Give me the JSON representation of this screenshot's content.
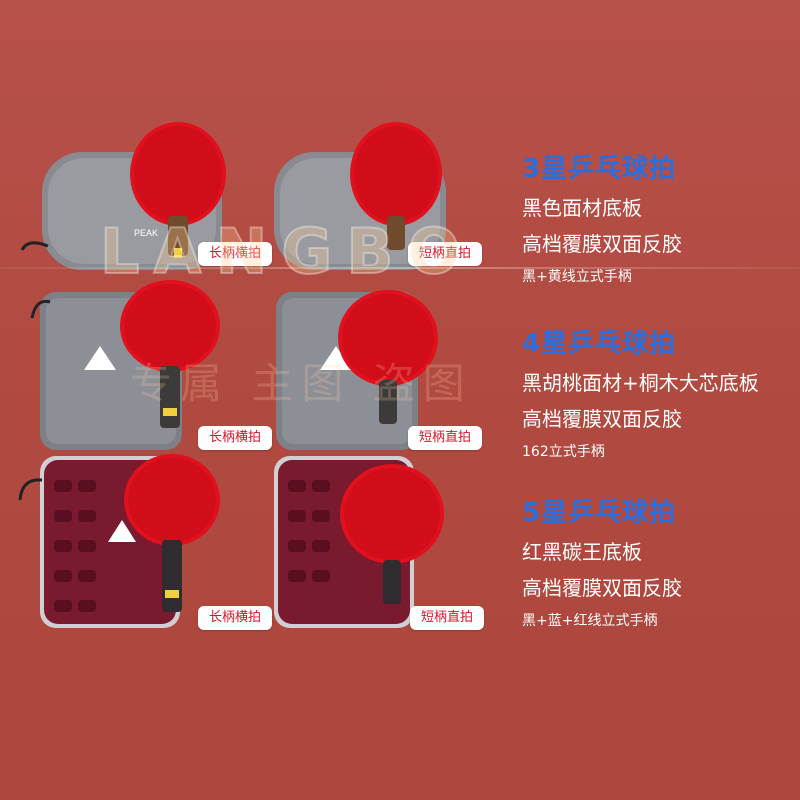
{
  "watermark": {
    "text": "LANGBO",
    "text_cn": "专属 主图 盗图"
  },
  "rows": [
    {
      "title": "3星乒乓球拍",
      "lines": [
        "黑色面材底板",
        "高档覆膜双面反胶"
      ],
      "small": "黑+黄线立式手柄",
      "left_tag": "长柄横拍",
      "right_tag": "短柄直拍",
      "case_color": "#8a8b91",
      "handle_color": "#6f4a2b"
    },
    {
      "title": "4星乒乓球拍",
      "lines": [
        "黑胡桃面材+桐木大芯底板",
        "高档覆膜双面反胶"
      ],
      "small": "162立式手柄",
      "left_tag": "长柄横拍",
      "right_tag": "短柄直拍",
      "case_color": "#7e8087",
      "handle_color": "#3d3b3a"
    },
    {
      "title": "5星乒乓球拍",
      "lines": [
        "红黑碳王底板",
        "高档覆膜双面反胶"
      ],
      "small": "黑+蓝+红线立式手柄",
      "left_tag": "长柄横拍",
      "right_tag": "短柄直拍",
      "case_color": "#7a1a2e",
      "handle_color": "#2f2b2e"
    }
  ],
  "brand": {
    "logo_text": "PEAK"
  },
  "colors": {
    "background": "#b0493f",
    "title_blue": "#2a6fe0",
    "rubber_red": "#e0101e",
    "tag_text": "#d7142a"
  }
}
